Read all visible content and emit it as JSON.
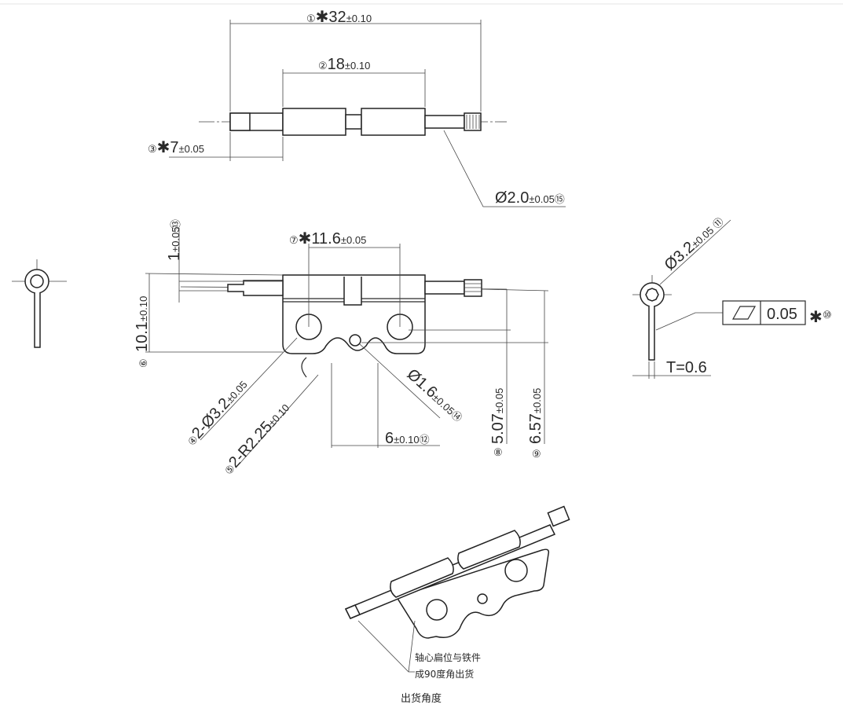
{
  "top_view": {
    "dim_32": {
      "ref": "①",
      "mark": "✱",
      "value": "32",
      "tol": "±0.10"
    },
    "dim_18": {
      "ref": "②",
      "value": "18",
      "tol": "±0.10"
    },
    "dim_7": {
      "ref": "③",
      "mark": "✱",
      "value": "7",
      "tol": "±0.05"
    },
    "dim_dia2": {
      "value": "Ø2.0",
      "tol": "±0.05",
      "ref": "⑮"
    }
  },
  "front_view": {
    "dim_11_6": {
      "ref": "⑦",
      "mark": "✱",
      "value": "11.6",
      "tol": "±0.05"
    },
    "dim_1": {
      "value": "1",
      "tol": "±0.05",
      "ref": "⑬"
    },
    "dim_10_1": {
      "value": "10.1",
      "tol": "±0.10",
      "ref": "⑥"
    },
    "dim_holes": {
      "ref": "④",
      "value": "2-Ø3.2",
      "tol": "±0.05"
    },
    "dim_radius": {
      "ref": "⑤",
      "value": "2-R2.25",
      "tol": "±0.10"
    },
    "dim_small_hole": {
      "value": "Ø1.6",
      "tol": "±0.05",
      "ref": "⑭"
    },
    "dim_6": {
      "value": "6",
      "tol": "±0.10",
      "ref": "⑫"
    },
    "dim_5_07": {
      "value": "5.07",
      "tol": "±0.05",
      "ref": "⑧"
    },
    "dim_6_57": {
      "value": "6.57",
      "tol": "±0.05",
      "ref": "⑨"
    }
  },
  "side_view": {
    "dim_dia3_2": {
      "value": "Ø3.2",
      "tol": "±0.05",
      "ref": "⑪"
    },
    "flatness": {
      "value": "0.05",
      "mark": "✱",
      "ref": "⑩"
    },
    "thickness": "T=0.6"
  },
  "iso_view": {
    "note_line1": "轴心扁位与铁件",
    "note_line2": "成90度角出货",
    "caption": "出货角度"
  }
}
